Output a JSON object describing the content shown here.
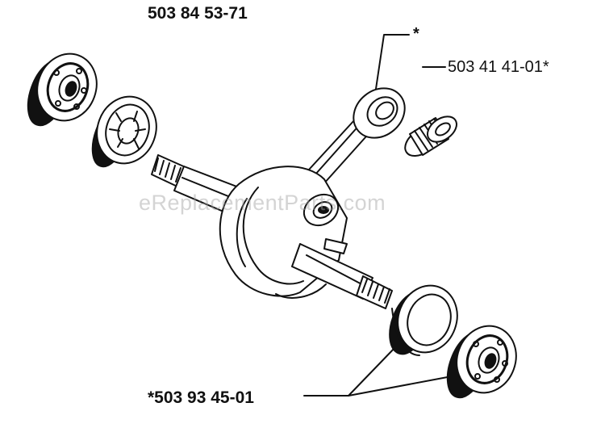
{
  "labels": {
    "assembly_part_number": "503 84 53-71",
    "conrod_marker": "*",
    "needle_bearing_part_number": "503 41 41-01*",
    "main_bearing_part_number": "*503 93 45-01"
  },
  "watermark": "eReplacementParts.com",
  "colors": {
    "ink": "#111111",
    "paper": "#ffffff",
    "watermark": "#a0a0a0"
  }
}
